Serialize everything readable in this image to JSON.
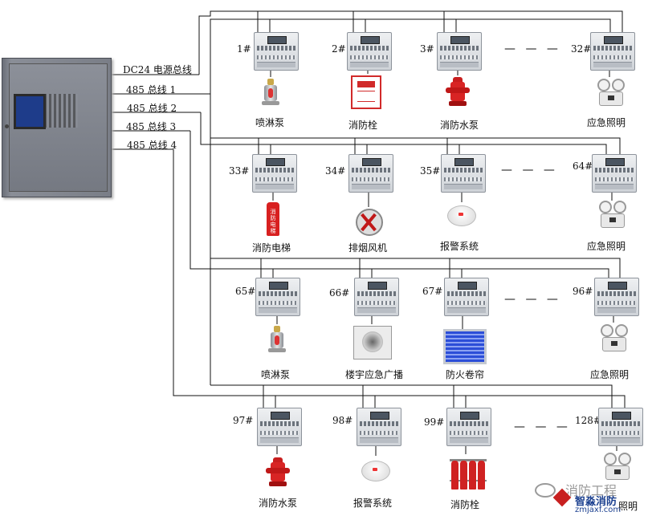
{
  "bus_labels": {
    "power": "DC24 电源总线",
    "bus1": "485 总线 1",
    "bus2": "485 总线 2",
    "bus3": "485 总线 3",
    "bus4": "485 总线 4"
  },
  "rows": [
    {
      "name": "row-1",
      "modules": [
        {
          "id": "1#",
          "device_label": "喷淋泵",
          "device_icon": "sprinkler-icon"
        },
        {
          "id": "2#",
          "device_label": "消防栓",
          "device_icon": "hydrant-cabinet-icon"
        },
        {
          "id": "3#",
          "device_label": "消防水泵",
          "device_icon": "fire-hydrant-icon"
        },
        {
          "id": "32#",
          "device_label": "应急照明",
          "device_icon": "emergency-light-icon"
        }
      ]
    },
    {
      "name": "row-2",
      "modules": [
        {
          "id": "33#",
          "device_label": "消防电梯",
          "device_icon": "elevator-sign-icon"
        },
        {
          "id": "34#",
          "device_label": "排烟风机",
          "device_icon": "exhaust-fan-icon"
        },
        {
          "id": "35#",
          "device_label": "报警系统",
          "device_icon": "smoke-detector-icon"
        },
        {
          "id": "64#",
          "device_label": "应急照明",
          "device_icon": "emergency-light-icon"
        }
      ]
    },
    {
      "name": "row-3",
      "modules": [
        {
          "id": "65#",
          "device_label": "喷淋泵",
          "device_icon": "sprinkler-icon"
        },
        {
          "id": "66#",
          "device_label": "楼宇应急广播",
          "device_icon": "speaker-icon"
        },
        {
          "id": "67#",
          "device_label": "防火卷帘",
          "device_icon": "fire-shutter-icon"
        },
        {
          "id": "96#",
          "device_label": "应急照明",
          "device_icon": "emergency-light-icon"
        }
      ]
    },
    {
      "name": "row-4",
      "modules": [
        {
          "id": "97#",
          "device_label": "消防水泵",
          "device_icon": "fire-hydrant-icon"
        },
        {
          "id": "98#",
          "device_label": "报警系统",
          "device_icon": "smoke-detector-icon"
        },
        {
          "id": "99#",
          "device_label": "消防栓",
          "device_icon": "gas-cylinder-icon"
        },
        {
          "id": "128#",
          "device_label": "照明",
          "device_icon": "emergency-light-icon"
        }
      ]
    }
  ],
  "watermark": {
    "line1": "消防工程",
    "line2": "智淼消防",
    "line3": "zmjaxf.com"
  },
  "elevator_sign_text": "消防电梯"
}
